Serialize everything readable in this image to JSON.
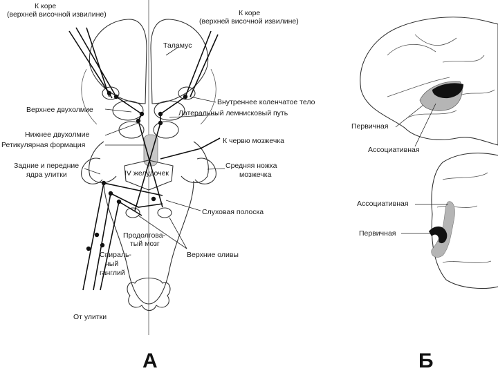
{
  "panel_a": {
    "labels": {
      "cortex_left": [
        "К коре",
        "(верхней височной извилине)"
      ],
      "cortex_right": [
        "К коре",
        "(верхней височной извилине)"
      ],
      "thalamus": "Таламус",
      "medial_geniculate": "Внутреннее коленчатое тело",
      "lateral_lemniscus": "Латеральный лемнисковый путь",
      "superior_colliculus": "Верхнее двухолмие",
      "inferior_colliculus": "Нижнее двухолмие",
      "reticular_formation": "Ретикулярная формация",
      "to_vermis": "К червю мозжечка",
      "cochlear_nuclei": [
        "Задние и передние",
        "ядра улитки"
      ],
      "middle_peduncle": [
        "Средняя ножка",
        "мозжечка"
      ],
      "fourth_ventricle": "IV желудочек",
      "acoustic_stria": "Слуховая полоска",
      "medulla": [
        "Продолгова-",
        "тый мозг"
      ],
      "superior_olives": "Верхние оливы",
      "spiral_ganglion": [
        "Спираль-",
        "ный",
        "ганглий"
      ],
      "from_cochlea": "От улитки"
    },
    "letter": "А"
  },
  "panel_b": {
    "labels": {
      "primary_lateral": "Первичная",
      "associative_lateral": "Ассоциативная",
      "associative_medial": "Ассоциативная",
      "primary_medial": "Первичная"
    },
    "letter": "Б",
    "colors": {
      "primary": "#111111",
      "associative": "#b5b5b5"
    }
  }
}
